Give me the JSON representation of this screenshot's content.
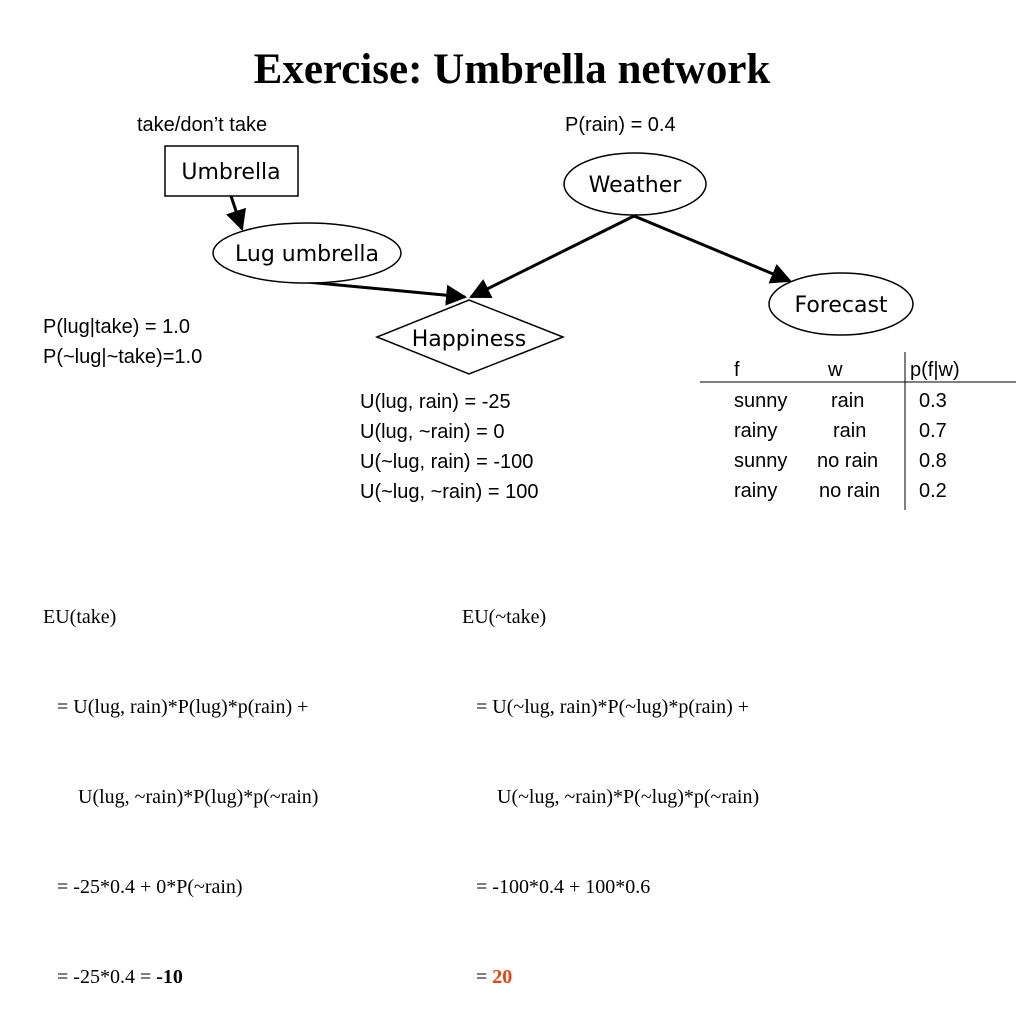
{
  "title": "Exercise: Umbrella network",
  "annotations": {
    "decision_note": "take/don’t take",
    "prior_rain": "P(rain) = 0.4",
    "lug_prob_1": "P(lug|take) = 1.0",
    "lug_prob_2": "P(~lug|~take)=1.0"
  },
  "nodes": {
    "umbrella": "Umbrella",
    "weather": "Weather",
    "lug_umbrella": "Lug umbrella",
    "forecast": "Forecast",
    "happiness": "Happiness"
  },
  "utilities": [
    "U(lug, rain) = -25",
    "U(lug, ~rain) = 0",
    "U(~lug, rain) = -100",
    "U(~lug, ~rain) = 100"
  ],
  "forecast_table": {
    "headers": [
      "f",
      "w",
      "p(f|w)"
    ],
    "rows": [
      [
        "sunny",
        "rain",
        "0.3"
      ],
      [
        "rainy",
        "rain",
        "0.7"
      ],
      [
        "sunny",
        "no rain",
        "0.8"
      ],
      [
        "rainy",
        "no rain",
        "0.2"
      ]
    ]
  },
  "eu_take": {
    "heading": "EU(take)",
    "line1": "= U(lug, rain)*P(lug)*p(rain) +",
    "line2": "U(lug, ~rain)*P(lug)*p(~rain)",
    "line3": "= -25*0.4 + 0*P(~rain)",
    "line4_prefix": "= -25*0.4 = ",
    "result": "-10"
  },
  "eu_not_take": {
    "heading": "EU(~take)",
    "line1": "= U(~lug, rain)*P(~lug)*p(rain) +",
    "line2": "U(~lug, ~rain)*P(~lug)*p(~rain)",
    "line3": "= -100*0.4 + 100*0.6",
    "line4_prefix": "= ",
    "result": "20"
  },
  "colors": {
    "result_highlight": "#e8420e"
  }
}
